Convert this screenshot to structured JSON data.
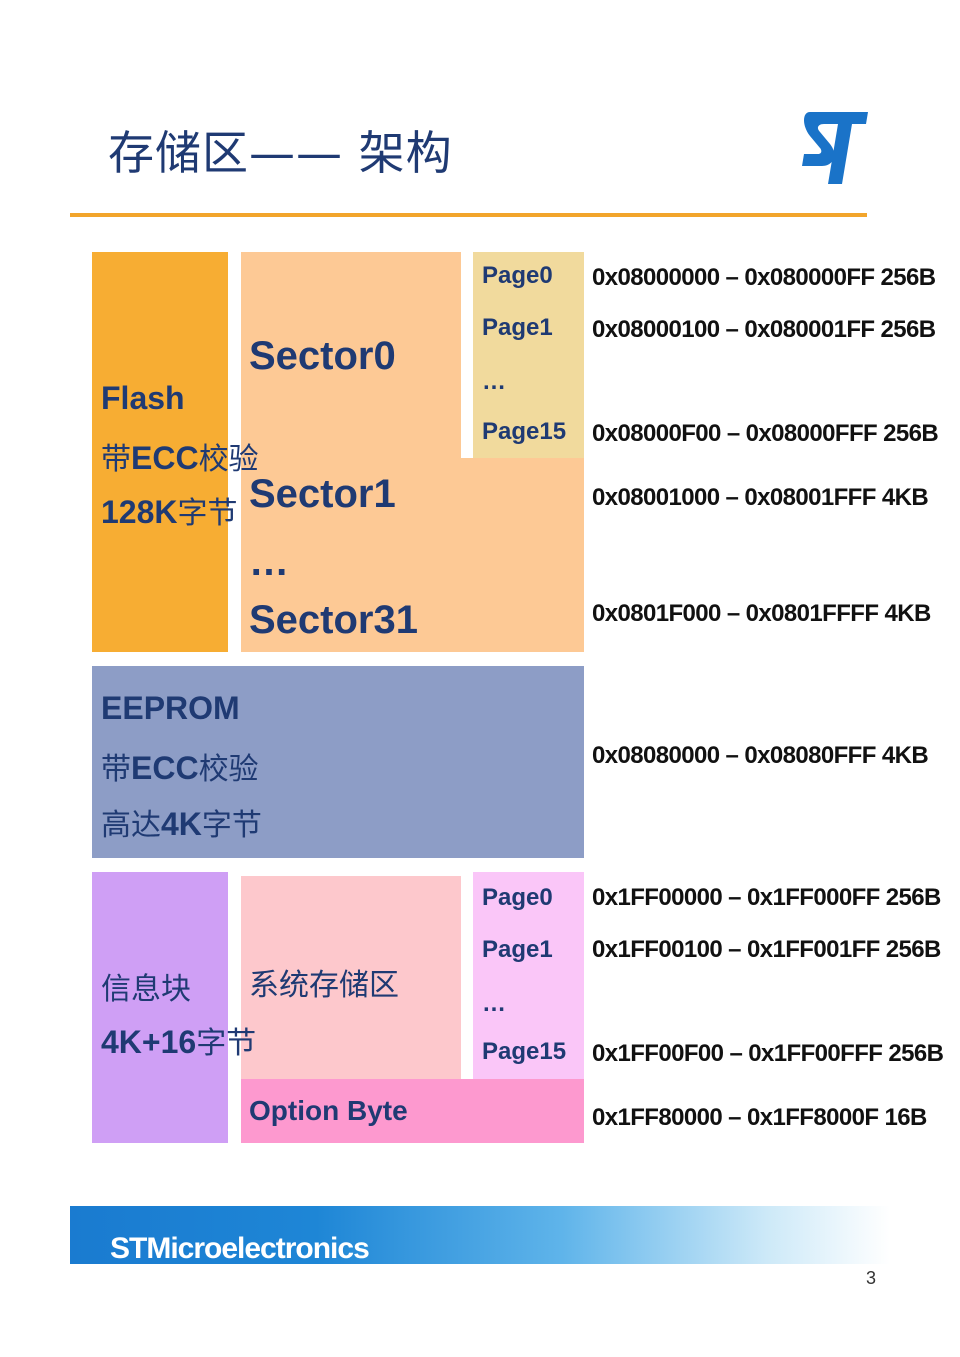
{
  "title": "存储区—— 架构",
  "colors": {
    "title": "#1f3a73",
    "flash": "#f7ad33",
    "sector": "#fdc995",
    "page_flash": "#f1da9d",
    "eeprom": "#8d9dc6",
    "info": "#cf9ff5",
    "system_memory": "#fdc8cc",
    "page_info": "#fac6f8",
    "option_byte": "#fd99cf",
    "accent_rule": "#f2a52b"
  },
  "flash": {
    "line1": "Flash",
    "line2_cn": "带",
    "line2_en": "ECC",
    "line2_cn2": "校验",
    "line3_en": "128K",
    "line3_cn": "字节",
    "sector0": "Sector0",
    "sector1": "Sector1",
    "dots": "…",
    "sector31": "Sector31",
    "pages": [
      "Page0",
      "Page1",
      "…",
      "Page15"
    ]
  },
  "eeprom": {
    "line1": "EEPROM",
    "line2_cn": "带",
    "line2_en": "ECC",
    "line2_cn2": "校验",
    "line3_cn": "高达",
    "line3_en": "4K",
    "line3_cn2": "字节"
  },
  "info": {
    "line1": "信息块",
    "line2_en": "4K+16",
    "line2_cn": "字节",
    "system_memory": "系统存储区",
    "option_byte": "Option Byte",
    "pages": [
      "Page0",
      "Page1",
      "…",
      "Page15"
    ]
  },
  "addresses": {
    "flash_page0": "0x08000000 – 0x080000FF 256B",
    "flash_page1": "0x08000100 – 0x080001FF 256B",
    "flash_page15": "0x08000F00 – 0x08000FFF 256B",
    "sector1": "0x08001000 – 0x08001FFF 4KB",
    "sector31": "0x0801F000 – 0x0801FFFF 4KB",
    "eeprom": "0x08080000 – 0x08080FFF 4KB",
    "info_page0": "0x1FF00000 – 0x1FF000FF 256B",
    "info_page1": "0x1FF00100 – 0x1FF001FF 256B",
    "info_page15": "0x1FF00F00 – 0x1FF00FFF 256B",
    "option_byte": "0x1FF80000 – 0x1FF8000F  16B"
  },
  "footer": {
    "brand": "STMicroelectronics",
    "page_number": "3"
  },
  "logo_icon": "st-logo-icon"
}
